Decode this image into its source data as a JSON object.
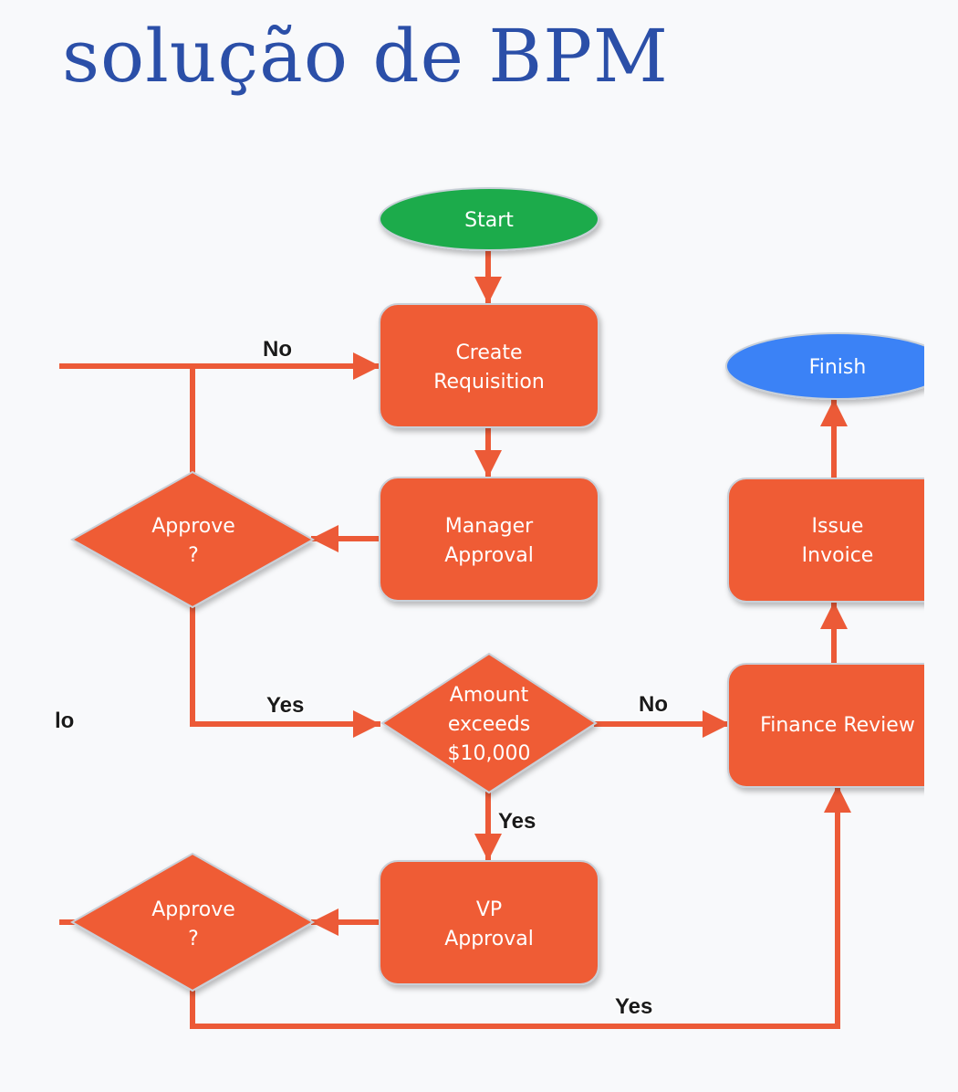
{
  "page": {
    "title": "solução de BPM"
  },
  "colors": {
    "process": "#ef5b35",
    "process_border": "#c9d0d8",
    "start": "#1aab4b",
    "finish": "#3b82f6",
    "connector": "#ec5a37",
    "title": "#2b4fa8"
  },
  "nodes": {
    "start": "Start",
    "create_requisition": [
      "Create",
      "Requisition"
    ],
    "manager_approval": [
      "Manager",
      "Approval"
    ],
    "approve_1": [
      "Approve",
      "?"
    ],
    "amount_check": [
      "Amount",
      "exceeds",
      "$10,000"
    ],
    "vp_approval": [
      "VP",
      "Approval"
    ],
    "approve_2": [
      "Approve",
      "?"
    ],
    "finance_review": "Finance Review",
    "issue_invoice": [
      "Issue",
      "Invoice"
    ],
    "finish": "Finish"
  },
  "edge_labels": {
    "no_top": "No",
    "yes_left": "Yes",
    "no_middle": "No",
    "yes_down": "Yes",
    "yes_bottom": "Yes",
    "no_cut_left": "lo"
  }
}
